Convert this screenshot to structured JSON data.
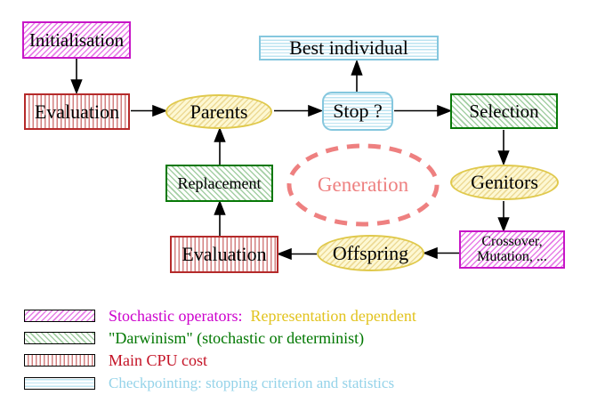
{
  "title": "Evolutionary algorithm generation loop diagram",
  "nodes": {
    "initialisation": {
      "label": "Initialisation",
      "style": "magenta-hatch"
    },
    "evaluation_top": {
      "label": "Evaluation",
      "style": "red-vertical-stripes"
    },
    "parents": {
      "label": "Parents",
      "style": "yellow-ellipse"
    },
    "best_individual": {
      "label": "Best individual",
      "style": "cyan-horizontal-stripes"
    },
    "stop": {
      "label": "Stop ?",
      "style": "cyan-horizontal-stripes-rounded"
    },
    "selection": {
      "label": "Selection",
      "style": "green-hatch"
    },
    "genitors": {
      "label": "Genitors",
      "style": "yellow-ellipse"
    },
    "crossover_mutation": {
      "line1": "Crossover,",
      "line2": "Mutation, ...",
      "style": "magenta-hatch"
    },
    "offspring": {
      "label": "Offspring",
      "style": "yellow-ellipse"
    },
    "evaluation_bottom": {
      "label": "Evaluation",
      "style": "red-vertical-stripes"
    },
    "replacement": {
      "label": "Replacement",
      "style": "green-hatch"
    },
    "generation": {
      "label": "Generation",
      "style": "salmon-dashed-ellipse"
    }
  },
  "arrows": [
    "initialisation-to-evaluation",
    "evaluation-to-parents",
    "parents-to-stop",
    "stop-to-best-individual",
    "stop-to-selection",
    "selection-to-genitors",
    "genitors-to-crossover-mutation",
    "crossover-mutation-to-offspring",
    "offspring-to-evaluation",
    "evaluation-to-replacement",
    "replacement-to-parents"
  ],
  "legend": {
    "rows": [
      {
        "swatch": "magenta-hatch",
        "label": "Stochastic operators:",
        "label2": "Representation dependent"
      },
      {
        "swatch": "green-hatch",
        "label": "\"Darwinism\" (stochastic or determinist)"
      },
      {
        "swatch": "red-vertical-stripes",
        "label": "Main CPU cost"
      },
      {
        "swatch": "cyan-horizontal-stripes",
        "label": "Checkpointing: stopping criterion and statistics"
      }
    ]
  },
  "colors": {
    "magenta": "#cc00cc",
    "green": "#007700",
    "red": "#c41326",
    "cyan": "#95d3e9",
    "gold": "#e2c31e",
    "salmon": "#ee8080",
    "yellow_ellipse_border": "#e0c94c",
    "node_text": "#000000"
  }
}
